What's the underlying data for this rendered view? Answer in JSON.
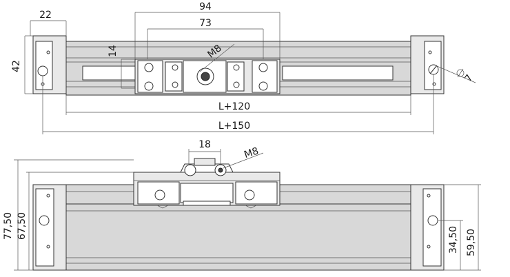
{
  "top_view": {
    "dims": {
      "end_width": "22",
      "height": "42",
      "outer_spacing": "94",
      "inner_spacing": "73",
      "carriage_offset": "14",
      "thread_callout": "M8",
      "hole_diameter": "7",
      "length_inner": "L+120",
      "length_outer": "L+150"
    }
  },
  "side_view": {
    "dims": {
      "screw_width": "18",
      "thread_callout": "M8",
      "total_height": "77,50",
      "rail_height": "67,50",
      "center_height": "34,50",
      "end_height": "59,50"
    }
  },
  "colors": {
    "line": "#333333",
    "fill_light": "#e9e9e9",
    "fill_rail": "#d8d8d8"
  }
}
